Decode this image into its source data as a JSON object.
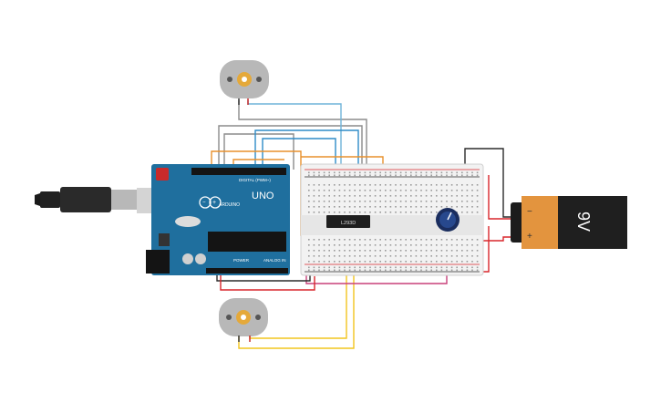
{
  "circuit": {
    "arduino": {
      "label_uno": "UNO",
      "label_brand": "ARDUINO",
      "label_digital": "DIGITAL (PWM~)",
      "label_power": "POWER",
      "label_analog": "ANALOG IN",
      "board_color": "#1f6f9e"
    },
    "ic": {
      "label": "L293D"
    },
    "battery": {
      "label": "9V",
      "minus": "−",
      "plus": "+"
    },
    "components": [
      "usb-cable",
      "arduino-uno",
      "breadboard",
      "l293d-driver",
      "potentiometer",
      "9v-battery",
      "dc-motor-top",
      "dc-motor-bottom"
    ],
    "wire_colors": {
      "gray": "#8c8c8c",
      "blue": "#2e8bc7",
      "lightblue": "#6fb3d9",
      "orange": "#e8912d",
      "yellow": "#f2c51e",
      "red": "#d9262b",
      "black": "#2b2b2b",
      "magenta": "#c8407a"
    }
  }
}
